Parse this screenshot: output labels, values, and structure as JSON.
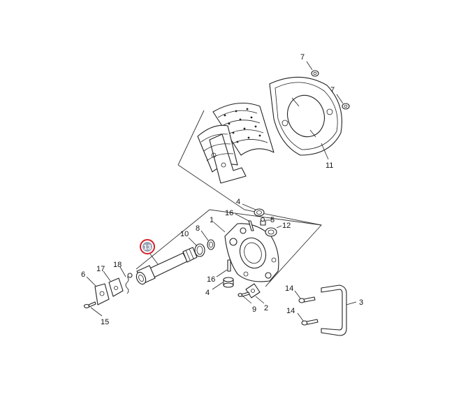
{
  "labels": {
    "p7a": "7",
    "p7b": "7",
    "p11": "11",
    "p4a": "4",
    "p16a": "16",
    "p5": "5",
    "p1": "1",
    "p12": "12",
    "p10": "10",
    "p8": "8",
    "p13": "13",
    "p6": "6",
    "p17": "17",
    "p18": "18",
    "p16b": "16",
    "p4b": "4",
    "p9": "9",
    "p2": "2",
    "p14a": "14",
    "p14b": "14",
    "p3": "3",
    "p15": "15"
  },
  "highlight": {
    "part": "13",
    "ring_color": "#d2232a",
    "fill_color": "#9aa3b5"
  }
}
